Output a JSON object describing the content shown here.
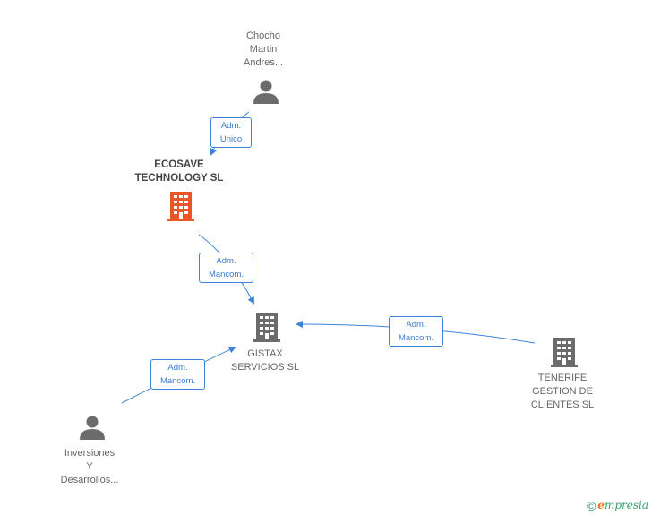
{
  "nodes": {
    "chocho": {
      "label": "Chocho\nMartin\nAndres...",
      "type": "person",
      "color": "#666666"
    },
    "ecosave": {
      "label": "ECOSAVE\nTECHNOLOGY SL",
      "type": "company",
      "color": "#e8562a",
      "focus": true
    },
    "gistax": {
      "label": "GISTAX\nSERVICIOS SL",
      "type": "company",
      "color": "#666666"
    },
    "tenerife": {
      "label": "TENERIFE\nGESTION DE\nCLIENTES SL",
      "type": "company",
      "color": "#666666"
    },
    "inversiones": {
      "label": "Inversiones\nY\nDesarrollos...",
      "type": "person",
      "color": "#666666"
    }
  },
  "relations": {
    "chocho_ecosave": {
      "line1": "Adm.",
      "line2": "Unico"
    },
    "ecosave_gistax": {
      "line1": "Adm.",
      "line2": "Mancom."
    },
    "tenerife_gistax": {
      "line1": "Adm.",
      "line2": "Mancom."
    },
    "inversiones_gistax": {
      "line1": "Adm.",
      "line2": "Mancom."
    }
  },
  "footer": {
    "copyright": "©",
    "brand_first": "e",
    "brand_rest": "mpresia"
  },
  "colors": {
    "edge": "#3a84d8",
    "icon": "#6b6b6b",
    "focus": "#e8562a"
  }
}
